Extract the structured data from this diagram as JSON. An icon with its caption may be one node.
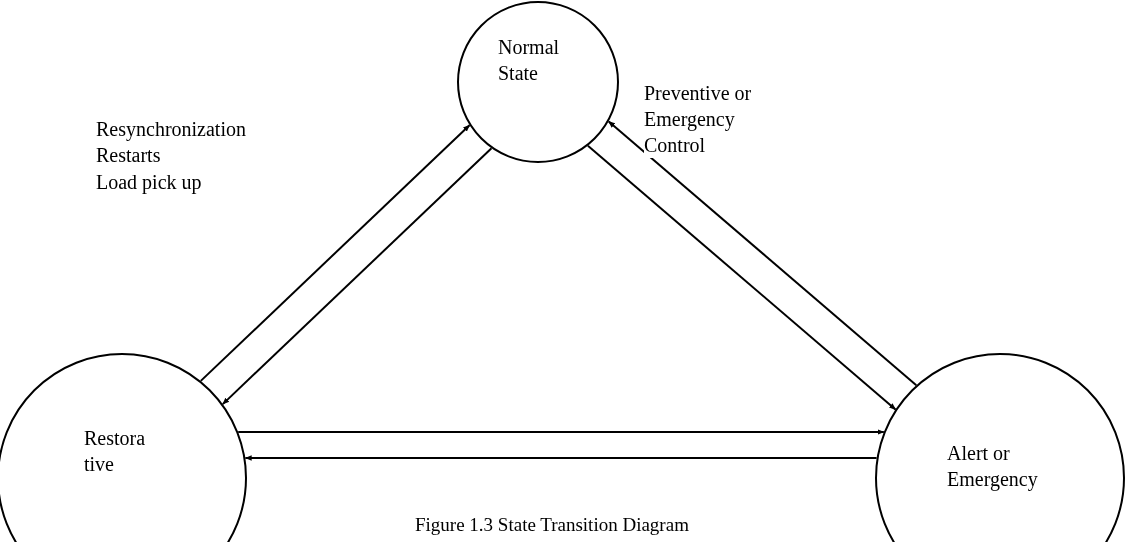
{
  "diagram": {
    "caption": "Figure 1.3 State Transition Diagram",
    "nodes": [
      {
        "text": [
          "Normal State"
        ]
      },
      {
        "text": [
          "Restora tive"
        ]
      },
      {
        "text": [
          "Alert or Emergency"
        ]
      }
    ],
    "edges": [
      {
        "from": 1,
        "to": 0,
        "arrow": "to"
      },
      {
        "from": 0,
        "to": 1,
        "arrow": "to"
      },
      {
        "from": 0,
        "to": 2,
        "arrow": "to"
      },
      {
        "from": 2,
        "to": 0,
        "arrow": "to",
        "label": "Preventive or Emergency Control"
      },
      {
        "from": 1,
        "to": 2,
        "arrow": "to"
      },
      {
        "from": 2,
        "to": 1,
        "arrow": "to"
      }
    ],
    "labels": [
      "Resynchronization",
      "Restarts",
      "Load pick up"
    ]
  }
}
